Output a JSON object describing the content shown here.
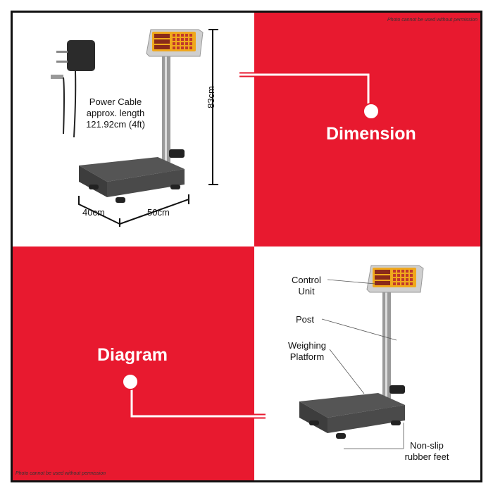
{
  "notices": {
    "top": "Photo cannot be used without permission",
    "bottom": "Photo cannot be used without permission"
  },
  "dimension": {
    "title": "Dimension",
    "power_cable": [
      "Power Cable",
      "approx. length",
      "121.92cm (4ft)"
    ],
    "height": "83cm",
    "depth": "40cm",
    "width": "50cm"
  },
  "diagram": {
    "title": "Diagram",
    "control_unit": [
      "Control",
      "Unit"
    ],
    "post": "Post",
    "platform": [
      "Weighing",
      "Platform"
    ],
    "feet": [
      "Non-slip",
      "rubber feet"
    ]
  },
  "colors": {
    "accent": "#e8192f",
    "frame": "#111111"
  }
}
